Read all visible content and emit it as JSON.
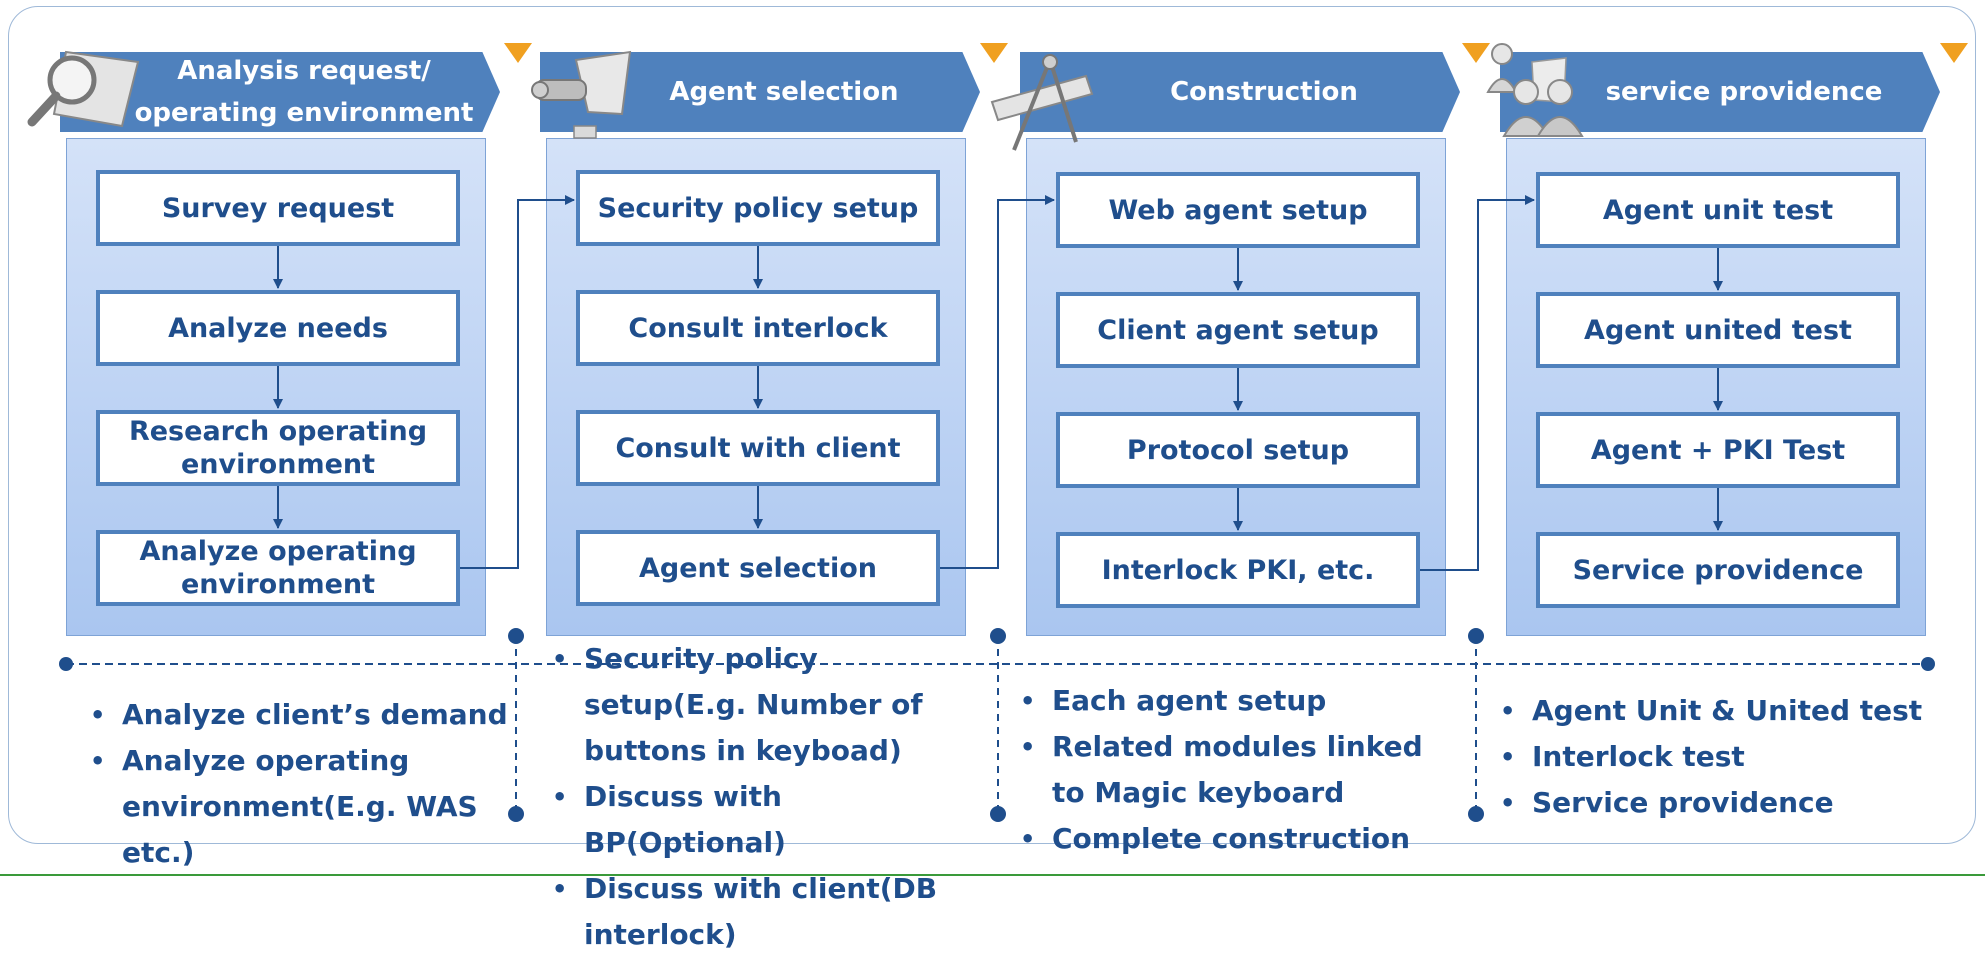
{
  "colors": {
    "header_fill": "#4f81bd",
    "step_border": "#4f81bd",
    "panel_gradient_top": "#d4e2f8",
    "panel_gradient_bottom": "#aac6f0",
    "text": "#1f4e8c",
    "marker_triangle": "#f0a020"
  },
  "phases": [
    {
      "title": "Analysis request/ operating environment",
      "title_line1": "Analysis request/",
      "title_line2": "operating environment",
      "icon": "magnifier-icon",
      "steps": [
        "Survey request",
        "Analyze needs",
        "Research operating environment",
        "Analyze operating environment"
      ],
      "notes": [
        "Analyze client’s demand",
        "Analyze operating environment(E.g. WAS etc.)"
      ]
    },
    {
      "title": "Agent selection",
      "icon": "projector-icon",
      "steps": [
        "Security policy setup",
        "Consult interlock",
        "Consult with client",
        "Agent selection"
      ],
      "notes": [
        "Security policy setup(E.g. Number of buttons in keyboad)",
        "Discuss with BP(Optional)",
        "Discuss with client(DB interlock)"
      ]
    },
    {
      "title": "Construction",
      "icon": "compass-ruler-icon",
      "steps": [
        "Web agent setup",
        "Client agent setup",
        "Protocol setup",
        "Interlock PKI, etc."
      ],
      "notes": [
        "Each agent setup",
        "Related modules linked to Magic keyboard",
        "Complete construction"
      ]
    },
    {
      "title": "service providence",
      "icon": "people-icon",
      "steps": [
        "Agent unit test",
        "Agent united test",
        "Agent + PKI Test",
        "Service providence"
      ],
      "notes": [
        "Agent Unit & United test",
        "Interlock test",
        "Service providence"
      ]
    }
  ]
}
